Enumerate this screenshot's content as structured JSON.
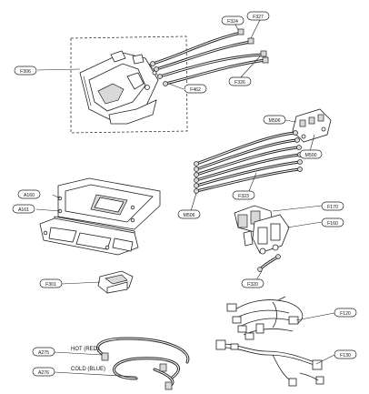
{
  "labels": {
    "f306": "F306",
    "f324": "F324",
    "f327": "F327",
    "f326": "F326",
    "f462": "F462",
    "m506_top": "M506",
    "m500_top": "M500",
    "m506_bottom": "M506",
    "f323": "F323",
    "a160": "A160",
    "a161": "A161",
    "f170": "F170",
    "f160": "F160",
    "f301": "F301",
    "f320": "F320",
    "f120": "F120",
    "a275": "A275",
    "a276": "A276",
    "f130": "F130"
  },
  "captions": {
    "hot": "HOT (RED)",
    "cold": "COLD (BLUE)"
  }
}
